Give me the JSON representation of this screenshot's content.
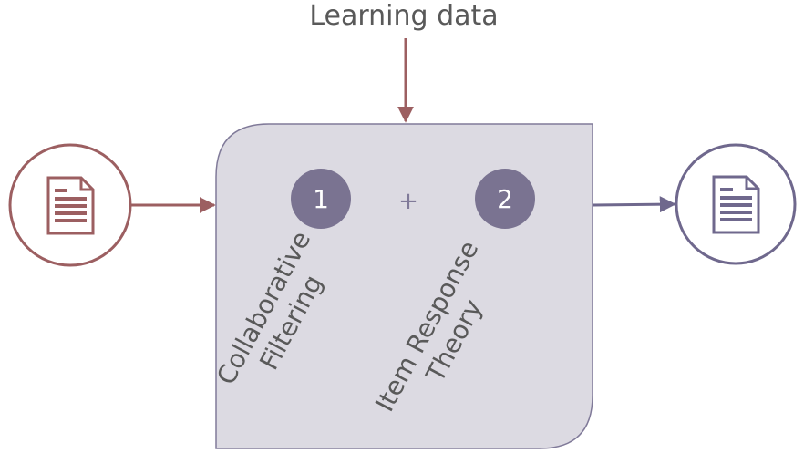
{
  "title": "Learning data",
  "operator": "+",
  "steps": [
    {
      "number": "1",
      "label_line1": "Collaborative",
      "label_line2": "Filtering"
    },
    {
      "number": "2",
      "label_line1": "Item Response",
      "label_line2": "Theory"
    }
  ],
  "colors": {
    "input": "#9c5f61",
    "output": "#6f688d",
    "box_fill": "#dcdae2",
    "box_stroke": "#807a99",
    "step_circle": "#7a7391",
    "text": "#595959"
  },
  "icons": {
    "input": "document-icon",
    "output": "document-icon"
  }
}
